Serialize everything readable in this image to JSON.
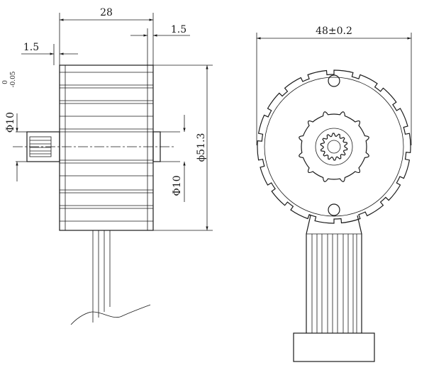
{
  "side_view": {
    "width_label": "28",
    "edge_offset_label": "1.5",
    "shaft_offset_label": "1.5",
    "shaft_diameter_label": "Φ10",
    "shaft_tol_upper": "0",
    "shaft_tol_lower": "-0.05",
    "body_diameter_label": "ϕ51.3",
    "boss_diameter_label": "Φ10"
  },
  "front_view": {
    "diameter_label": "48±0.2"
  },
  "colors": {
    "line": "#1a1a1a",
    "background": "#ffffff"
  }
}
